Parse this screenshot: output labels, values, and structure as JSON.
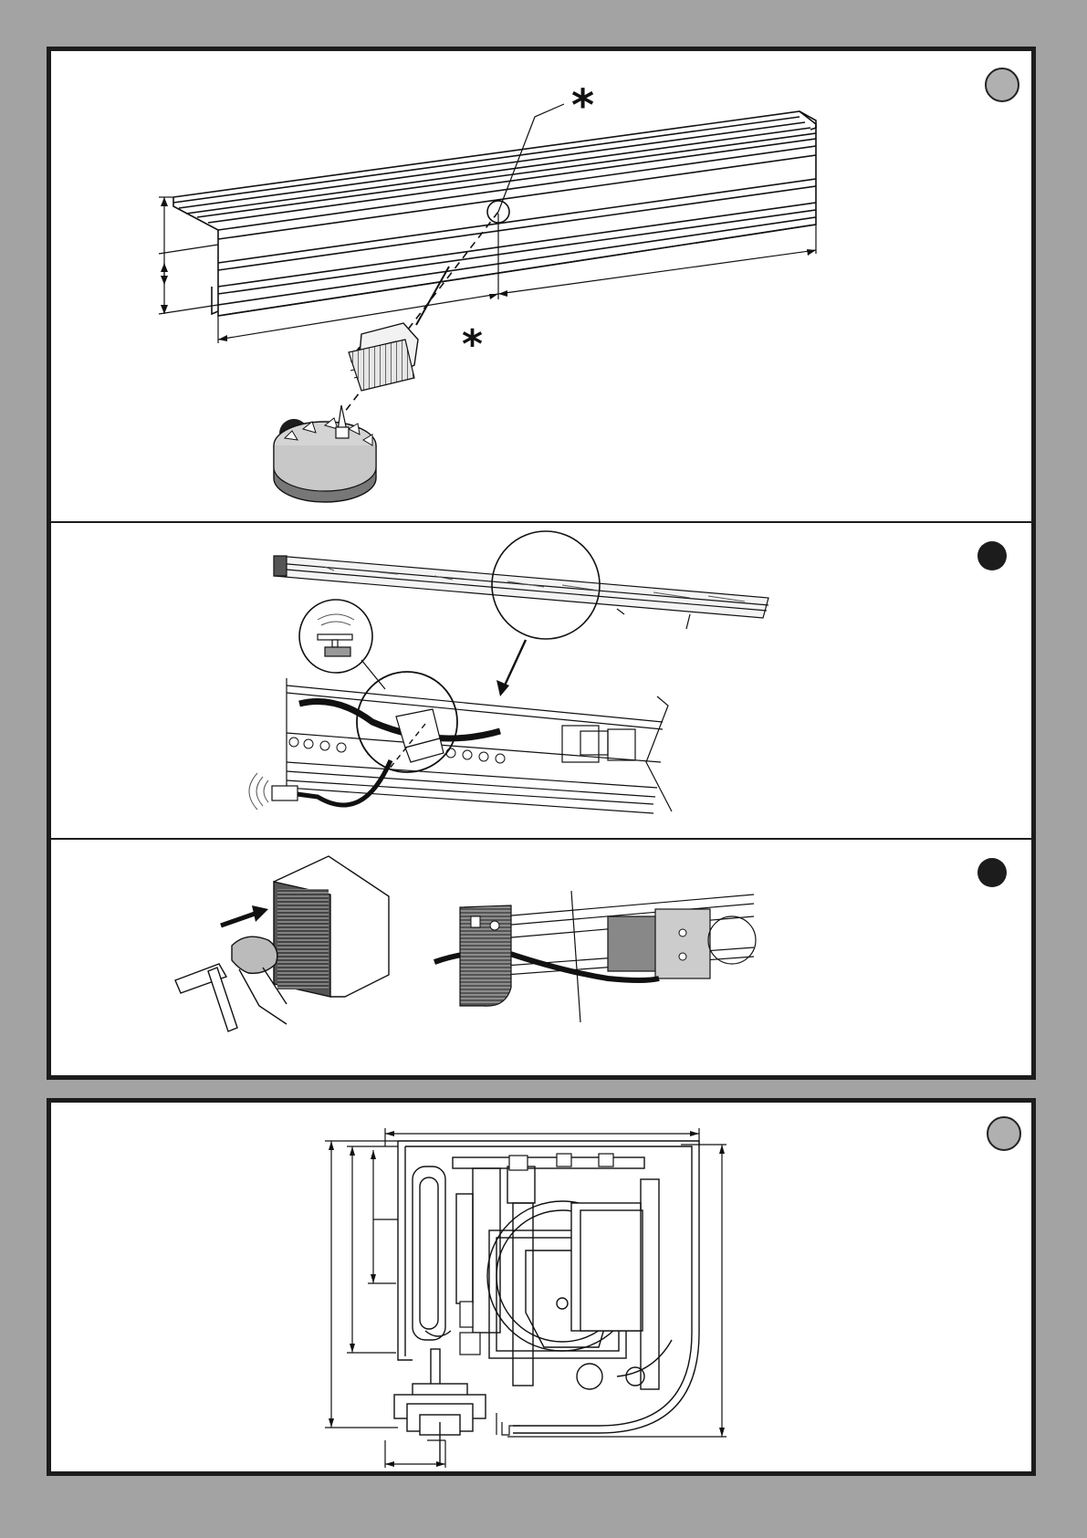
{
  "page": {
    "background_color": "#a3a3a3",
    "frame_color": "#1c1c1c"
  },
  "panel1": {
    "marker_top": "*",
    "marker_drill": "*",
    "badge_style": "grey-circle",
    "step_badges": [
      "black-circle",
      "black-circle"
    ]
  },
  "panel2": {
    "badge_style": "black-circle"
  },
  "panel3": {
    "badge_style": "black-circle"
  },
  "panel4": {
    "badge_style": "grey-circle"
  },
  "icons": [
    "drill-chuck-icon",
    "hole-saw-icon",
    "hammer-icon",
    "hand-icon",
    "arrow-icon",
    "magnifier-circle-icon"
  ]
}
